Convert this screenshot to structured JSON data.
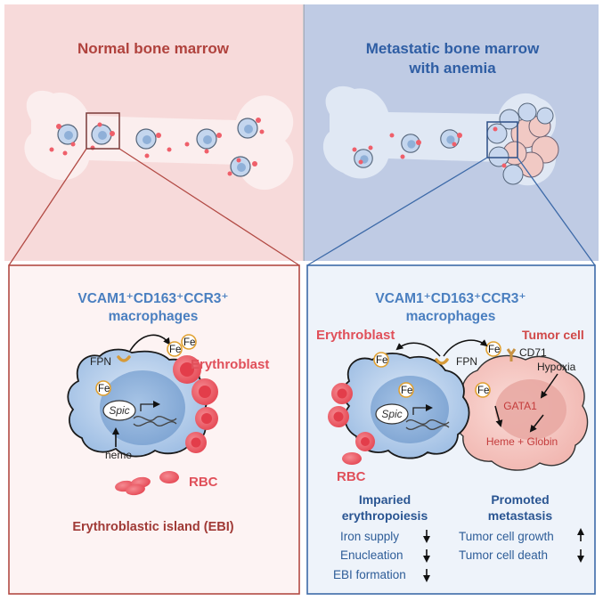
{
  "left": {
    "title": "Normal bone marrow",
    "macrophage_line1": "VCAM1⁺CD163⁺CCR3⁺",
    "macrophage_line2": "macrophages",
    "fpn": "FPN",
    "fe": "Fe",
    "erythroblast": "Erythroblast",
    "spic": "Spic",
    "heme": "heme",
    "rbc": "RBC",
    "ebi": "Erythroblastic island (EBI)"
  },
  "right": {
    "title_line1": "Metastatic bone marrow",
    "title_line2": "with anemia",
    "macrophage_line1": "VCAM1⁺CD163⁺CCR3⁺",
    "macrophage_line2": "macrophages",
    "erythroblast": "Erythroblast",
    "tumor_cell": "Tumor cell",
    "fpn": "FPN",
    "fe": "Fe",
    "cd71": "CD71",
    "hypoxia": "Hypoxia",
    "gata1": "GATA1",
    "spic": "Spic",
    "heme_globin": "Heme + Globin",
    "rbc": "RBC",
    "impaired_title_line1": "Imparied",
    "impaired_title_line2": "erythropoiesis",
    "impaired_items": [
      "Iron supply",
      "Enucleation",
      "EBI formation"
    ],
    "promoted_title_line1": "Promoted",
    "promoted_title_line2": "metastasis",
    "promoted_items": [
      "Tumor cell growth",
      "Tumor cell death"
    ]
  },
  "colors": {
    "normal_bg": "#f7dada",
    "metastatic_bg": "#bfcbe4",
    "normal_border": "#b24a44",
    "metastatic_border": "#3d6aa8",
    "macrophage": "#bcd3ee",
    "nucleus": "#8fb2da",
    "rbc": "#ef5f6a",
    "tumor": "#f6cfcb",
    "tumor_nucleus": "#e9a8a2",
    "iron": "#e0a030"
  }
}
